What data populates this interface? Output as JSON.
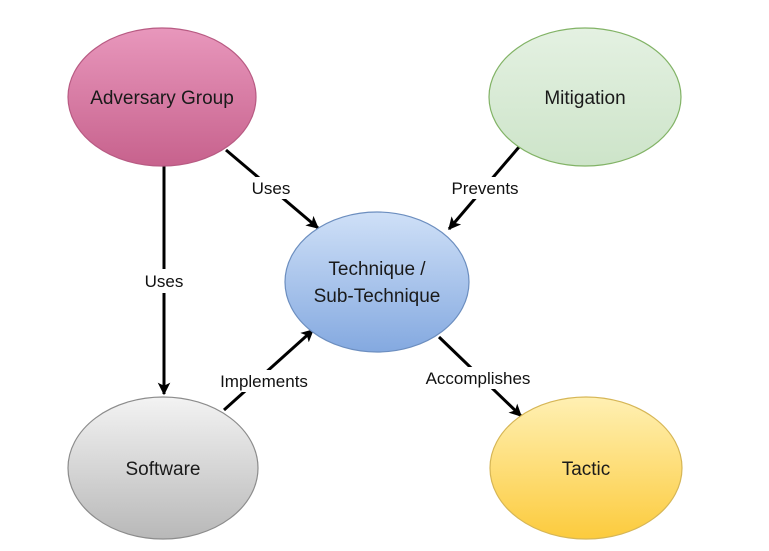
{
  "nodes": {
    "adversary_group": {
      "label": "Adversary Group",
      "fill": "#d9779f",
      "stroke": "#b85b83"
    },
    "mitigation": {
      "label": "Mitigation",
      "fill": "#d5e8d4",
      "stroke": "#82b366"
    },
    "technique": {
      "line1": "Technique /",
      "line2": "Sub-Technique",
      "fill": "#a9c4eb",
      "stroke": "#6c8ebf"
    },
    "software": {
      "label": "Software",
      "fill": "#d6d6d6",
      "stroke": "#8c8c8c"
    },
    "tactic": {
      "label": "Tactic",
      "fill": "#ffd966",
      "stroke": "#d6b656"
    }
  },
  "edges": {
    "group_uses_technique": {
      "label": "Uses"
    },
    "mitigation_prevents_technique": {
      "label": "Prevents"
    },
    "group_uses_software": {
      "label": "Uses"
    },
    "software_implements_technique": {
      "label": "Implements"
    },
    "technique_accomplishes_tactic": {
      "label": "Accomplishes"
    }
  }
}
